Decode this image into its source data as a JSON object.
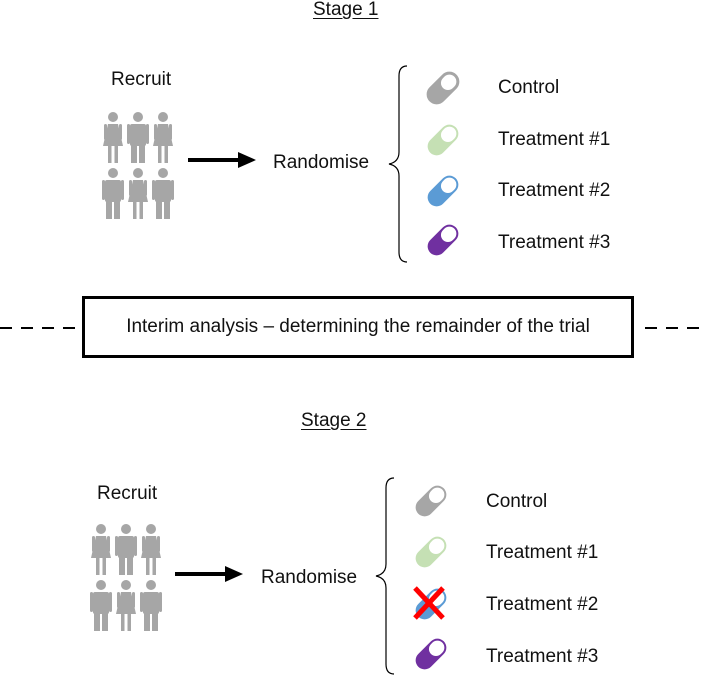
{
  "colors": {
    "people": "#a6a6a6",
    "control_pill": "#a6a6a6",
    "treatment1_pill": "#c5e0b4",
    "treatment2_pill": "#5b9bd5",
    "treatment3_pill": "#7030a0",
    "cross": "#ff0000"
  },
  "stage1": {
    "title": "Stage 1",
    "recruit": "Recruit",
    "randomise": "Randomise",
    "arms": [
      {
        "label": "Control",
        "icon": "grey-pill-icon"
      },
      {
        "label": "Treatment #1",
        "icon": "light-green-pill-icon"
      },
      {
        "label": "Treatment #2",
        "icon": "blue-pill-icon"
      },
      {
        "label": "Treatment #3",
        "icon": "purple-pill-icon"
      }
    ]
  },
  "interim": {
    "text": "Interim analysis – determining the remainder of the trial"
  },
  "stage2": {
    "title": "Stage 2",
    "recruit": "Recruit",
    "randomise": "Randomise",
    "arms": [
      {
        "label": "Control",
        "icon": "grey-pill-icon"
      },
      {
        "label": "Treatment #1",
        "icon": "light-green-pill-icon"
      },
      {
        "label": "Treatment #2",
        "icon": "blue-pill-dropped-icon",
        "dropped": true
      },
      {
        "label": "Treatment #3",
        "icon": "purple-pill-icon"
      }
    ]
  }
}
